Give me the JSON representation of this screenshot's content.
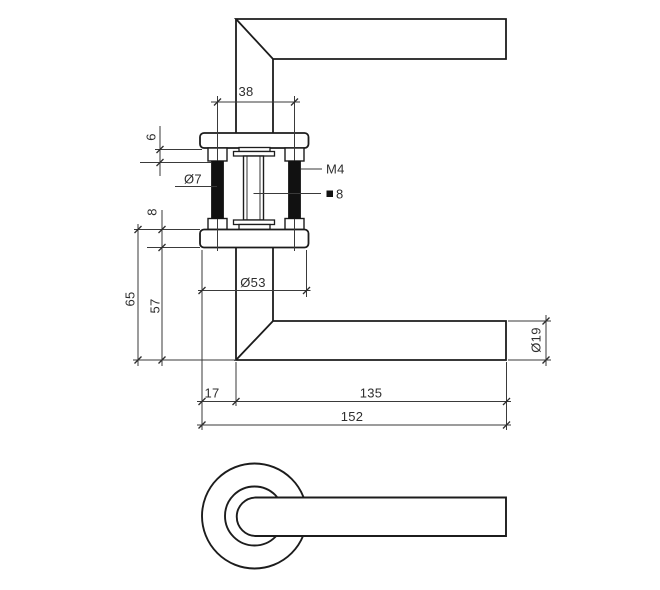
{
  "page": {
    "background": "#ffffff",
    "object_line_color": "#1c1c1c",
    "dimension_line_color": "#3a3a3a",
    "thread_fill_color": "#111111"
  },
  "drawing": {
    "views": {
      "top": "side-section-view-of-lever-handle-with-rosette-and-fixing-bolts",
      "front": "front-view-of-lever-handle-on-round-rosette"
    },
    "labels": {
      "bolt_spacing": "38",
      "rosette_height_top": "6",
      "screw_diameter": "Ø7",
      "thread_size": "M4",
      "spindle_square_size": "8",
      "rosette_height_bottom": "8",
      "offset_total": "65",
      "offset_inner": "57",
      "rosette_diameter": "Ø53",
      "lever_tube_diameter": "Ø19",
      "neck_length": "17",
      "grip_length": "135",
      "overall_length": "152"
    }
  }
}
